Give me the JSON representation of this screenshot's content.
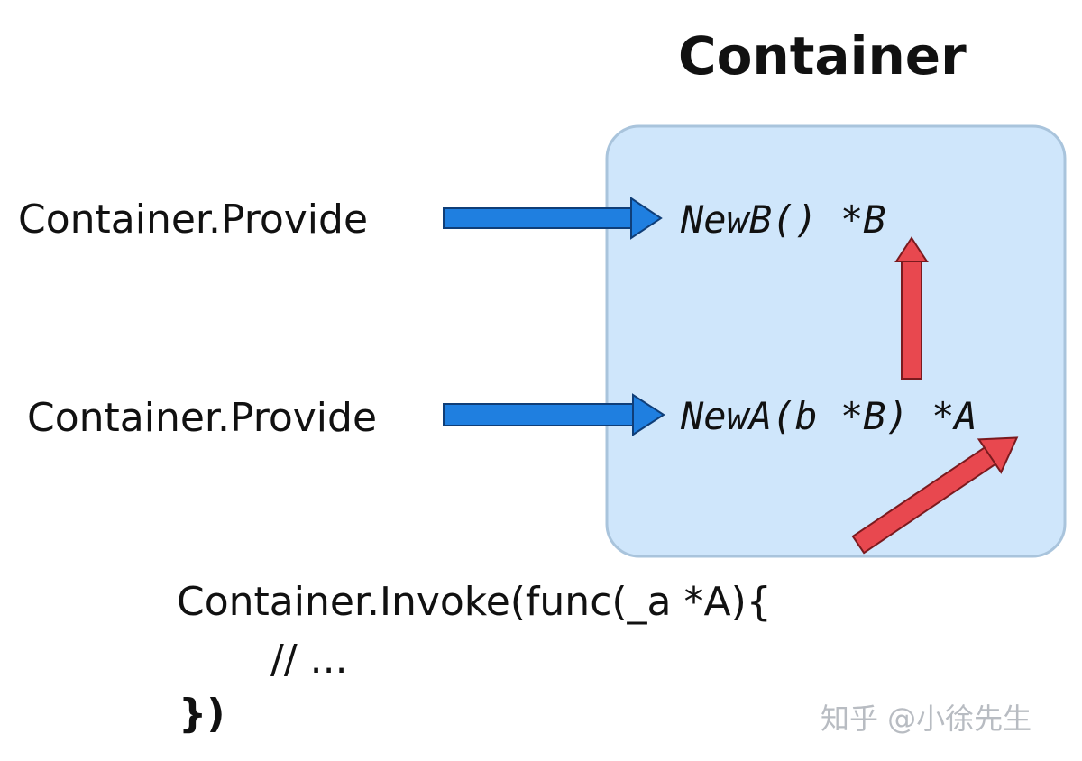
{
  "diagram": {
    "container_title": "Container",
    "left_labels": [
      "Container.Provide",
      "Container.Provide"
    ],
    "constructors": [
      "NewB() *B",
      "NewA(b *B) *A"
    ],
    "invoke_code": [
      "Container.Invoke(func(_a *A){",
      "// ...",
      "})"
    ],
    "watermark": "知乎 @小徐先生"
  },
  "colors": {
    "container_fill": "#cfe6fb",
    "container_stroke": "#a9c4dc",
    "provide_arrow": "#1f7fe0",
    "dependency_arrow": "#e8484f",
    "text": "#111111",
    "watermark": "#b8bcc2"
  }
}
